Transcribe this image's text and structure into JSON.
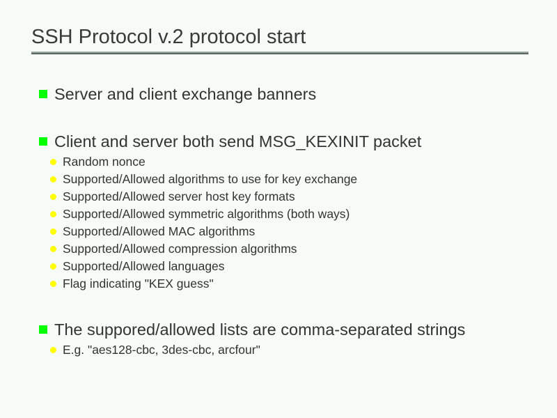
{
  "slide": {
    "title": "SSH Protocol v.2 protocol start",
    "background_color": "#f7fbf8",
    "text_color": "#333333",
    "bullet_square_color": "#00ff00",
    "bullet_dot_color": "#ffff00",
    "rule_color_light": "#9aa79c",
    "rule_color_dark": "#5d665f",
    "bullets": [
      {
        "level1": "Server and client exchange banners",
        "children": []
      },
      {
        "level1": "Client and server both send MSG_KEXINIT packet",
        "children": [
          "Random nonce",
          "Supported/Allowed algorithms to use for key exchange",
          "Supported/Allowed server host key formats",
          "Supported/Allowed symmetric algorithms (both ways)",
          "Supported/Allowed MAC algorithms",
          "Supported/Allowed compression algorithms",
          "Supported/Allowed languages",
          "Flag indicating \"KEX guess\""
        ]
      },
      {
        "level1": "The suppored/allowed lists are comma-separated strings",
        "children": [
          "E.g. \"aes128-cbc, 3des-cbc, arcfour\""
        ]
      }
    ]
  }
}
